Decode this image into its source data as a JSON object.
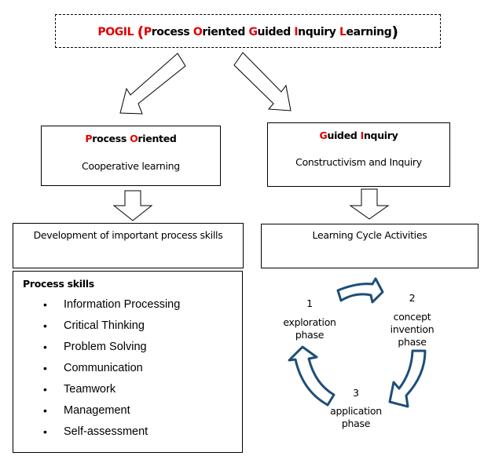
{
  "title": {
    "acronym": "POGIL",
    "open_paren": "(",
    "close_paren": ")",
    "words": [
      {
        "initial": "P",
        "rest": "rocess"
      },
      {
        "initial": "O",
        "rest": "riented"
      },
      {
        "initial": "G",
        "rest": "uided"
      },
      {
        "initial": "I",
        "rest": "nquiry"
      },
      {
        "initial": "L",
        "rest": "earning"
      }
    ]
  },
  "process_oriented": {
    "heading_words": [
      {
        "initial": "P",
        "rest": "rocess"
      },
      {
        "initial": "O",
        "rest": "riented"
      }
    ],
    "subtitle": "Cooperative learning",
    "outcome": "Development of important process skills"
  },
  "guided_inquiry": {
    "heading_words": [
      {
        "initial": "G",
        "rest": "uided"
      },
      {
        "initial": "I",
        "rest": "nquiry"
      }
    ],
    "subtitle": "Constructivism and Inquiry",
    "outcome": "Learning Cycle Activities"
  },
  "process_skills": {
    "title": "Process skills",
    "bullet": "•",
    "items": [
      "Information Processing",
      "Critical Thinking",
      "Problem Solving",
      "Communication",
      "Teamwork",
      "Management",
      "Self-assessment"
    ]
  },
  "learning_cycle": {
    "phases": [
      {
        "number": "1",
        "label": "exploration phase",
        "lines": [
          "exploration",
          "phase"
        ]
      },
      {
        "number": "2",
        "label": "concept invention phase",
        "lines": [
          "concept",
          "invention",
          "phase"
        ]
      },
      {
        "number": "3",
        "label": "application phase",
        "lines": [
          "application",
          "phase"
        ]
      }
    ]
  },
  "colors": {
    "accent_red": "#e00000",
    "cycle_arrow": "#1f4e79",
    "border": "#000000"
  }
}
